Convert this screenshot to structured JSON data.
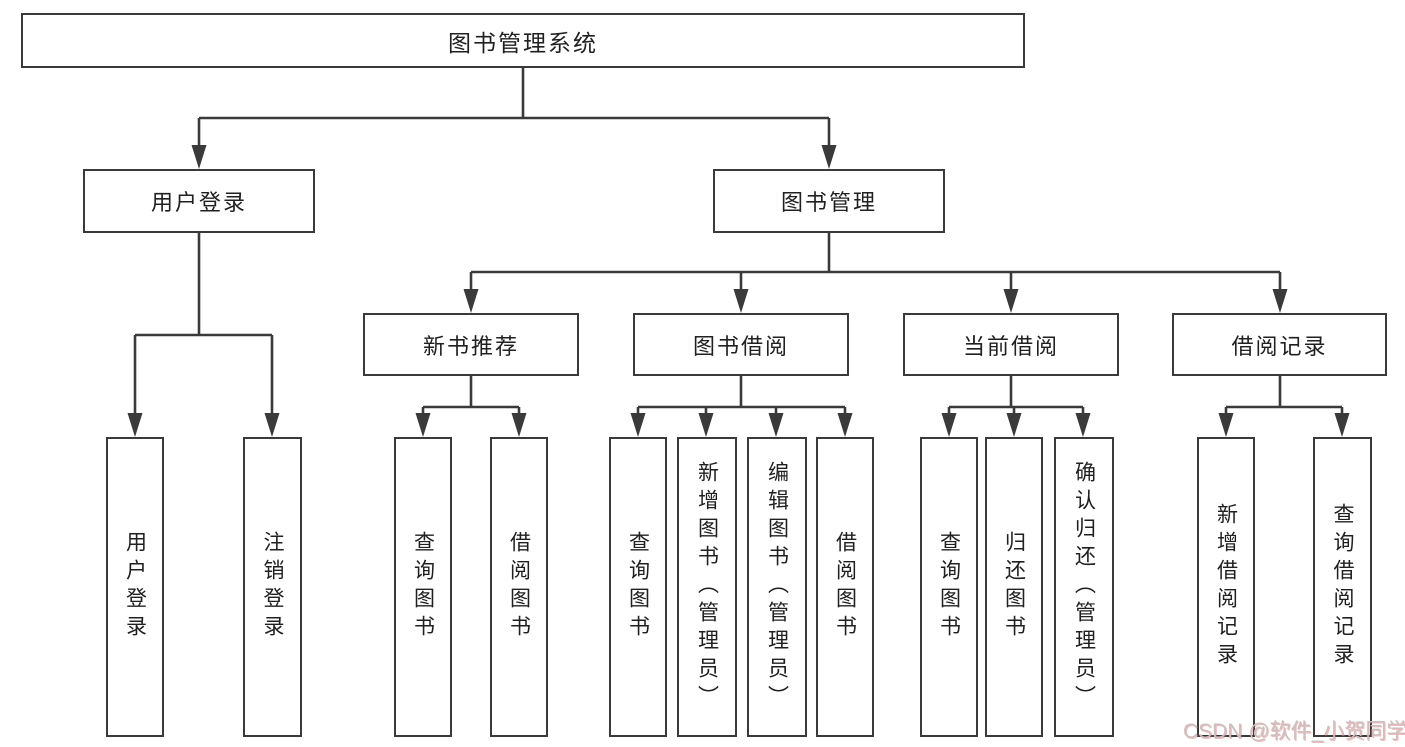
{
  "diagram_type": "hierarchy",
  "colors": {
    "line": "#3a3a3a",
    "box_border": "#3a3a3a",
    "text": "#202020",
    "background": "#ffffff",
    "watermark": "#cdbfbf"
  },
  "nodes": {
    "root": {
      "label": "图书管理系统"
    },
    "user_login": {
      "label": "用户登录",
      "parent": "图书管理系统"
    },
    "book_mgmt": {
      "label": "图书管理",
      "parent": "图书管理系统"
    },
    "new_book_rec": {
      "label": "新书推荐",
      "parent": "图书管理"
    },
    "book_borrow": {
      "label": "图书借阅",
      "parent": "图书管理"
    },
    "current_borrow": {
      "label": "当前借阅",
      "parent": "图书管理"
    },
    "borrow_record": {
      "label": "借阅记录",
      "parent": "图书管理"
    }
  },
  "leaves": [
    {
      "label": "用户登录",
      "parent": "用户登录"
    },
    {
      "label": "注销登录",
      "parent": "用户登录"
    },
    {
      "label": "查询图书",
      "parent": "新书推荐"
    },
    {
      "label": "借阅图书",
      "parent": "新书推荐"
    },
    {
      "label": "查询图书",
      "parent": "图书借阅"
    },
    {
      "label": "新增图书（管理员）",
      "parent": "图书借阅"
    },
    {
      "label": "编辑图书（管理员）",
      "parent": "图书借阅"
    },
    {
      "label": "借阅图书",
      "parent": "图书借阅"
    },
    {
      "label": "查询图书",
      "parent": "当前借阅"
    },
    {
      "label": "归还图书",
      "parent": "当前借阅"
    },
    {
      "label": "确认归还（管理员）",
      "parent": "当前借阅"
    },
    {
      "label": "新增借阅记录",
      "parent": "借阅记录"
    },
    {
      "label": "查询借阅记录",
      "parent": "借阅记录"
    }
  ],
  "watermark": {
    "text": "CSDN @软件_小贺同学"
  }
}
